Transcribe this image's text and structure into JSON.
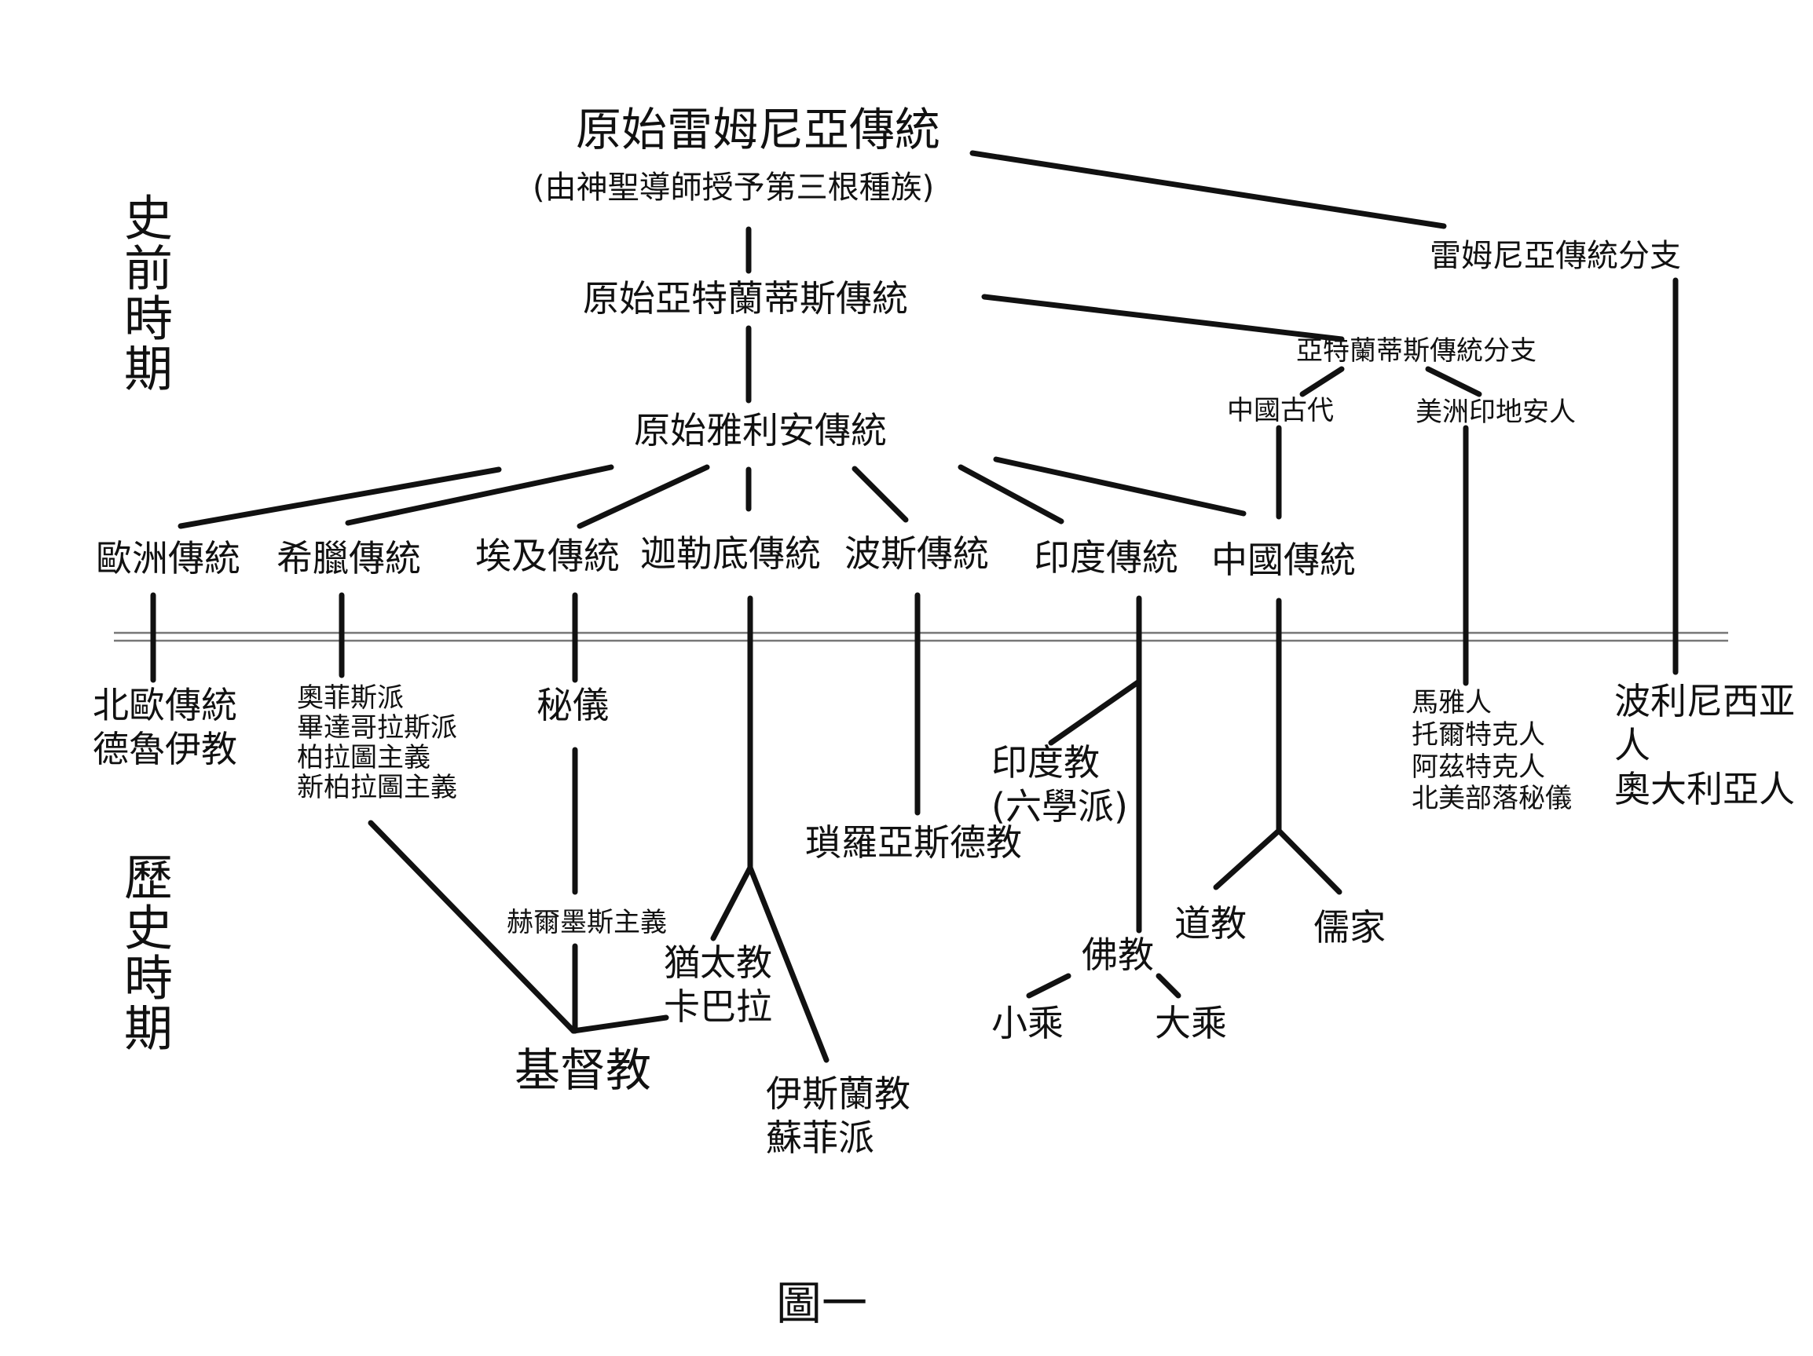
{
  "periods": {
    "prehistoric": "史前時期",
    "historic": "歷史時期"
  },
  "caption": "圖一",
  "nodes": {
    "lemuria": "原始雷姆尼亞傳統",
    "lemuria_sub": "(由神聖導師授予第三根種族)",
    "lemuria_branch": "雷姆尼亞傳統分支",
    "atlantis": "原始亞特蘭蒂斯傳統",
    "atlantis_branch": "亞特蘭蒂斯傳統分支",
    "ancient_china": "中國古代",
    "american_indian": "美洲印地安人",
    "aryan": "原始雅利安傳統",
    "europe": "歐洲傳統",
    "greece": "希臘傳統",
    "egypt": "埃及傳統",
    "chaldea": "迦勒底傳統",
    "persia": "波斯傳統",
    "india": "印度傳統",
    "china": "中國傳統",
    "nordic": "北歐傳統\n德魯伊教",
    "greek_schools": "奧菲斯派\n畢達哥拉斯派\n柏拉圖主義\n新柏拉圖主義",
    "mysteries": "秘儀",
    "hermeticism": "赫爾墨斯主義",
    "christianity": "基督教",
    "judaism": "猶太教\n卡巴拉",
    "islam": "伊斯蘭教\n蘇菲派",
    "zoroastrianism": "瑣羅亞斯德教",
    "hinduism": "印度教\n(六學派)",
    "buddhism": "佛教",
    "hinayana": "小乘",
    "mahayana": "大乘",
    "taoism": "道教",
    "confucianism": "儒家",
    "mesoamerica": "馬雅人\n托爾特克人\n阿茲特克人\n北美部落秘儀",
    "polynesia": "波利尼西亚人\n奧大利亞人"
  }
}
